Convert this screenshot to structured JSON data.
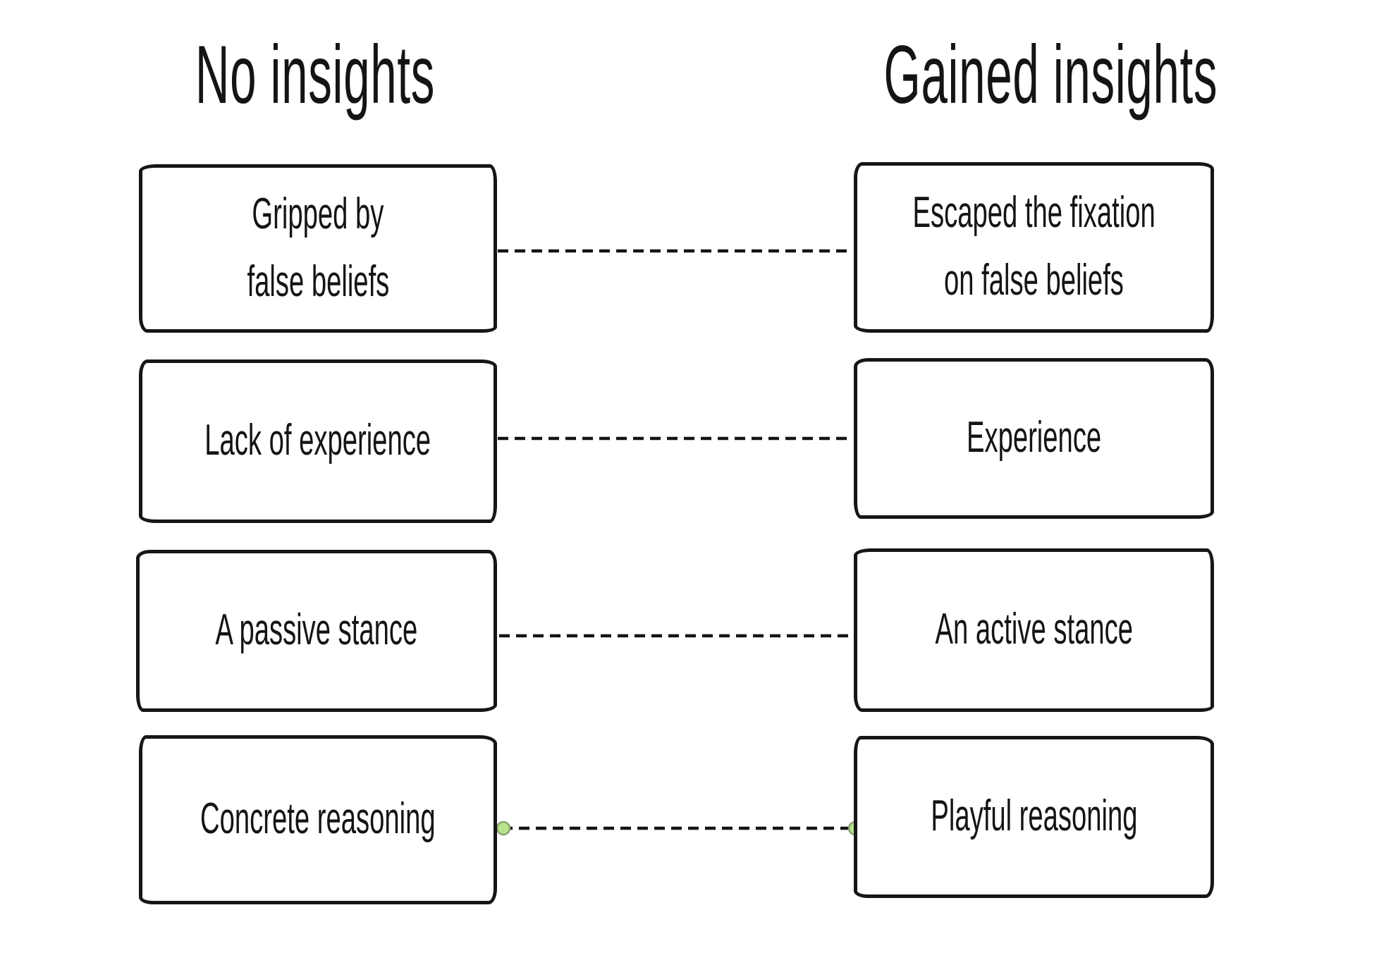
{
  "titles": {
    "left": "No insights",
    "right": "Gained insights"
  },
  "rows": [
    {
      "left": {
        "lines": [
          "Gripped by",
          "false beliefs"
        ]
      },
      "right": {
        "lines": [
          "Escaped the fixation",
          "on false beliefs"
        ]
      },
      "connector": {
        "dashed": true,
        "dots": false
      }
    },
    {
      "left": {
        "lines": [
          "Lack of experience"
        ]
      },
      "right": {
        "lines": [
          "Experience"
        ]
      },
      "connector": {
        "dashed": true,
        "dots": false
      }
    },
    {
      "left": {
        "lines": [
          "A passive stance"
        ]
      },
      "right": {
        "lines": [
          "An active stance"
        ]
      },
      "connector": {
        "dashed": true,
        "dots": false
      }
    },
    {
      "left": {
        "lines": [
          "Concrete reasoning"
        ]
      },
      "right": {
        "lines": [
          "Playful reasoning"
        ]
      },
      "connector": {
        "dashed": true,
        "dots": true
      }
    }
  ],
  "colors": {
    "background": "#ffffff",
    "ink": "#141414",
    "connector": "#141414",
    "dot_fill": "#b7e48c",
    "dot_stroke": "#8d9f72"
  }
}
